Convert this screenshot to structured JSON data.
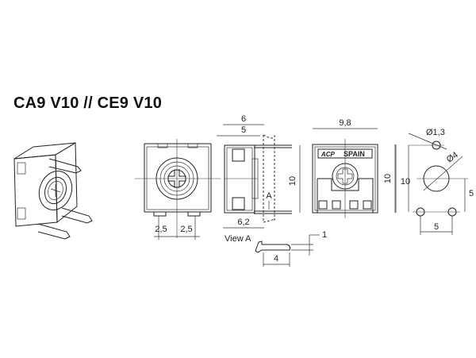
{
  "title": "CA9 V10 // CE9 V10",
  "views": {
    "iso": {
      "name": "isometric-view"
    },
    "front": {
      "dims": {
        "pitch_left": "2,5",
        "pitch_right": "2,5"
      }
    },
    "side": {
      "dims": {
        "top_width": "6",
        "body_width": "5",
        "base_width": "6,2",
        "height": "10",
        "section_marker": "A"
      }
    },
    "view_a": {
      "label": "View A",
      "dims": {
        "length": "4",
        "thickness": "1"
      }
    },
    "back": {
      "dims": {
        "width": "9,8",
        "height": "10"
      },
      "marking": {
        "logo": "ACP",
        "text": "SPAIN"
      }
    },
    "footprint": {
      "dims": {
        "pin_hole_dia": "Ø1,3",
        "center_hole_dia": "Ø4",
        "height": "10",
        "half_height": "5",
        "pin_spacing": "5"
      }
    }
  }
}
